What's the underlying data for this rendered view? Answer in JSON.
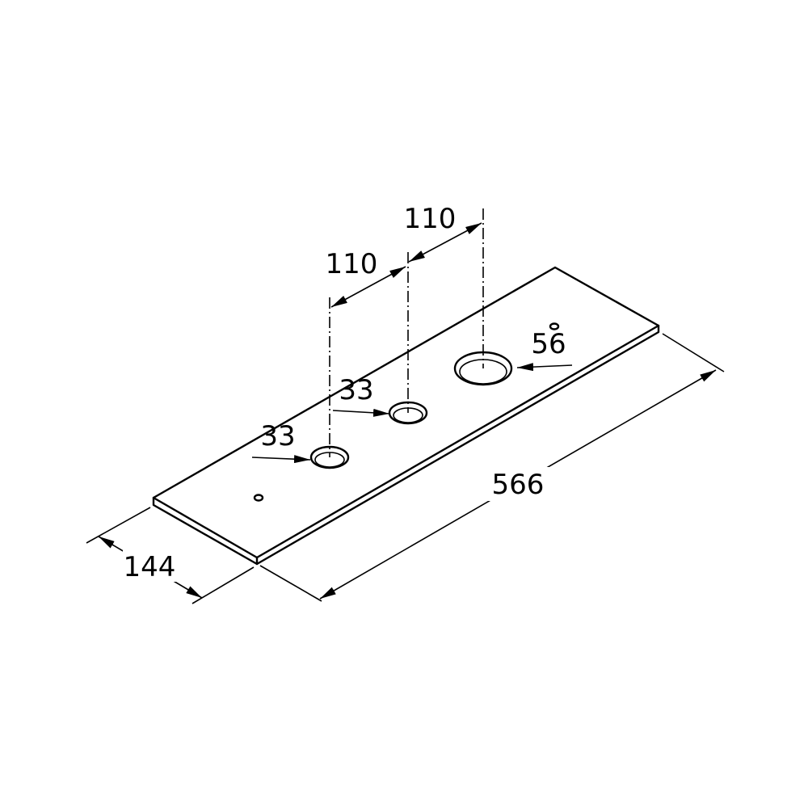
{
  "drawing": {
    "subject": "plate with holes",
    "colors": {
      "line": "#000000",
      "background": "#ffffff"
    },
    "dimensions": {
      "length": "566",
      "width": "144",
      "spacing_1": "110",
      "spacing_2": "110",
      "hole_small_1": "33",
      "hole_small_2": "33",
      "hole_large": "56"
    }
  }
}
